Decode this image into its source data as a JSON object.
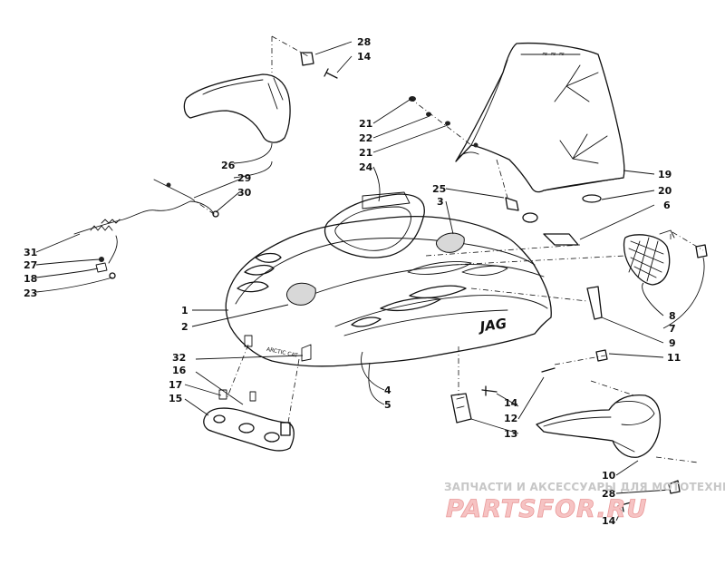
{
  "callouts": {
    "c1": "1",
    "c2": "2",
    "c3": "3",
    "c4": "4",
    "c5": "5",
    "c6": "6",
    "c7": "7",
    "c8": "8",
    "c9": "9",
    "c10": "10",
    "c11": "11",
    "c12": "12",
    "c13": "13",
    "c14a": "14",
    "c14b": "14",
    "c14c": "14",
    "c15": "15",
    "c16": "16",
    "c17": "17",
    "c18": "18",
    "c19": "19",
    "c20": "20",
    "c21a": "21",
    "c21b": "21",
    "c22": "22",
    "c23": "23",
    "c24": "24",
    "c25": "25",
    "c26": "26",
    "c27": "27",
    "c28a": "28",
    "c28b": "28",
    "c29": "29",
    "c30": "30",
    "c31": "31",
    "c32": "32"
  },
  "watermark": {
    "subtitle": "ЗАПЧАСТИ И АКСЕССУАРЫ ДЛЯ МОТОТЕХНИКИ",
    "logo": "PARTSFOR.RU"
  }
}
